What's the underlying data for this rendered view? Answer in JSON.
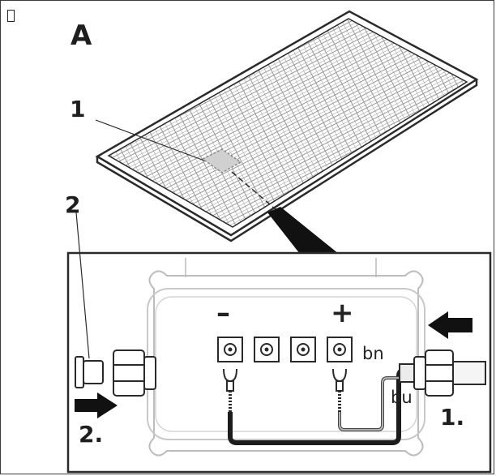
{
  "figure": {
    "panel_label": "A",
    "callouts": {
      "one": "1",
      "two": "2"
    },
    "steps": {
      "first": "1.",
      "second": "2."
    },
    "wires": {
      "brown": "bn",
      "blue": "bu"
    },
    "polarity": {
      "negative": "–",
      "positive": "+"
    }
  },
  "terminal_count": 4,
  "colors": {
    "line": "#2a2a2a",
    "panel_fill": "#ffffff",
    "shade": "#d9d9d9"
  }
}
